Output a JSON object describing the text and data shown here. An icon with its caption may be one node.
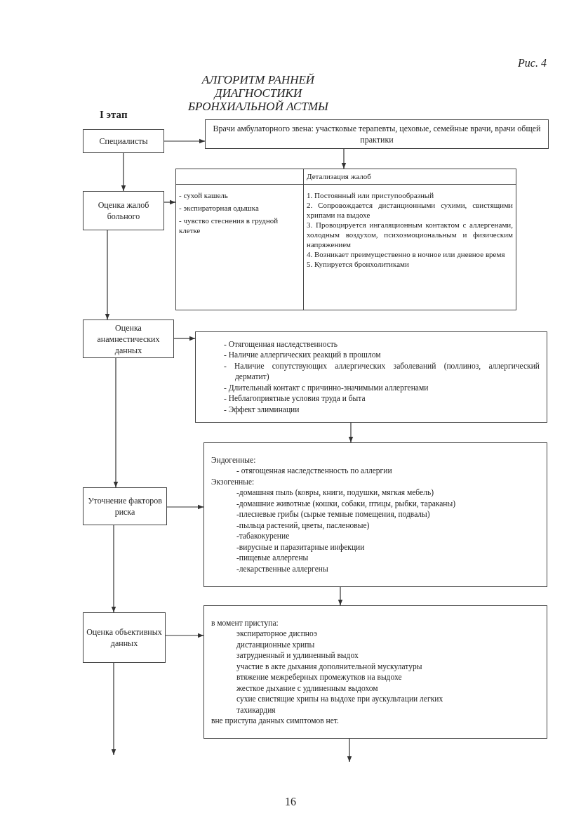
{
  "diagram": {
    "title": "АЛГОРИТМ РАННЕЙ ДИАГНОСТИКИ БРОНХИАЛЬНОЙ АСТМЫ",
    "nodes": [
      {
        "text": [
          "Специалисты"
        ]
      },
      {
        "text": [
          "Врачи амбулаторного звена: участковые терапевты, цеховые, семейные врачи, врачи общей практики"
        ]
      },
      {
        "text": [
          "Оценка жалоб больного"
        ]
      },
      {
        "text": [
          "Детализация жалоб",
          "- сухой кашель",
          "- экспираторная одышка",
          "- чувство стеснения в грудной клетке",
          "1. Постоянный или приступообразный",
          "2. Сопровождается дистанционными сухими, свистящими хрипами на выдохе",
          "3. Провоцируется ингаляционным контактом с аллергенами, холодным воздухом, психоэмоциональным и физическим напряжением",
          "4. Возникает преимущественно в ночное или дневное время",
          "5. Купируется бронхолитиками"
        ]
      },
      {
        "text": [
          "Оценка анамнестических данных"
        ]
      },
      {
        "text": [
          "- Отягощенная наследственность",
          "- Наличие аллергических реакций в прошлом",
          "- Наличие сопутствующих аллергических заболеваний (поллиноз, аллергический дерматит)",
          "- Длительный контакт с причинно-значимыми аллергенами",
          "- Неблагоприятные условия труда и быта",
          "- Эффект элиминации"
        ]
      },
      {
        "text": [
          "Уточнение факторов риска"
        ]
      },
      {
        "text": [
          "Эндогенные:",
          "- отягощенная наследственность по аллергии",
          "Экзогенные:",
          "-домашняя пыль (ковры, книги, подушки, мягкая мебель)",
          "-домашние животные (кошки, собаки, птицы, рыбки, тараканы)",
          "-плесневые грибы (сырые темные помещения, подвалы)",
          "-пыльца растений, цветы, пасленовые)",
          "-табакокурение",
          "-вирусные и паразитарные инфекции",
          "-пищевые аллергены",
          "-лекарственные аллергены"
        ]
      },
      {
        "text": [
          "Оценка объективных данных"
        ]
      },
      {
        "text": [
          "в момент приступа:",
          "экспираторное диспноэ",
          "дистанционные хрипы",
          "затрудненный и удлиненный выдох",
          "участие в акте дыхания дополнительной мускулатуры",
          "втяжение межреберных промежутков на выдохе",
          "жесткое дыхание с удлиненным выдохом",
          "сухие свистящие хрипы на выдохе при аускультации легких",
          "тахикардия",
          "вне приступа данных симптомов нет."
        ]
      }
    ],
    "edges": [
      {
        "from": 0,
        "to": 1,
        "arrow": "to"
      },
      {
        "from": 0,
        "to": 2,
        "arrow": "to"
      },
      {
        "from": 1,
        "to": 3,
        "arrow": "to"
      },
      {
        "from": 2,
        "to": 3,
        "arrow": "to"
      },
      {
        "from": 2,
        "to": 4,
        "arrow": "to"
      },
      {
        "from": 4,
        "to": 5,
        "arrow": "to"
      },
      {
        "from": 5,
        "to": 7,
        "arrow": "to"
      },
      {
        "from": 4,
        "to": 6,
        "arrow": "to"
      },
      {
        "from": 6,
        "to": 7,
        "arrow": "to"
      },
      {
        "from": 7,
        "to": 9,
        "arrow": "to"
      },
      {
        "from": 6,
        "to": 8,
        "arrow": "to"
      },
      {
        "from": 8,
        "to": 9,
        "arrow": "to"
      },
      {
        "from": 8,
        "to": null,
        "arrow": "to"
      },
      {
        "from": 9,
        "to": null,
        "arrow": "to"
      }
    ],
    "labels": [
      "Рис. 4",
      "I этап",
      "16"
    ]
  }
}
